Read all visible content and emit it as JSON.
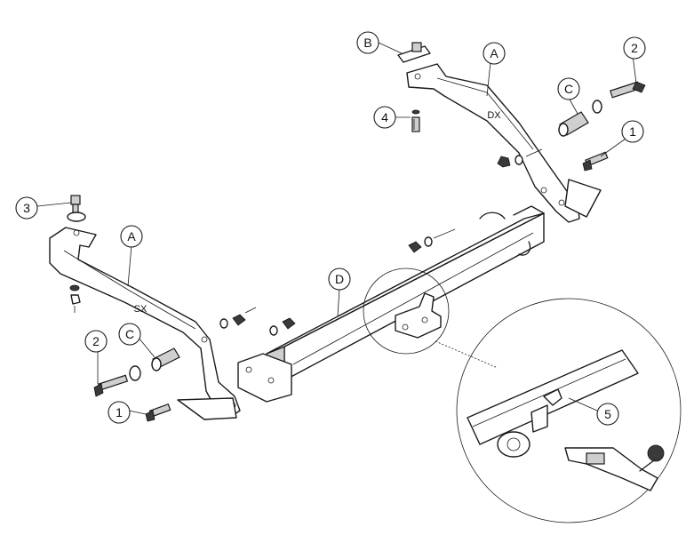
{
  "callouts": {
    "b": "B",
    "a_right": "A",
    "a_left": "A",
    "c_right": "C",
    "c_left": "C",
    "d": "D",
    "n1_right": "1",
    "n1_left": "1",
    "n2_right": "2",
    "n2_left": "2",
    "n3": "3",
    "n4": "4",
    "n5": "5"
  },
  "bracket_labels": {
    "right": "DX",
    "left": "SX"
  }
}
